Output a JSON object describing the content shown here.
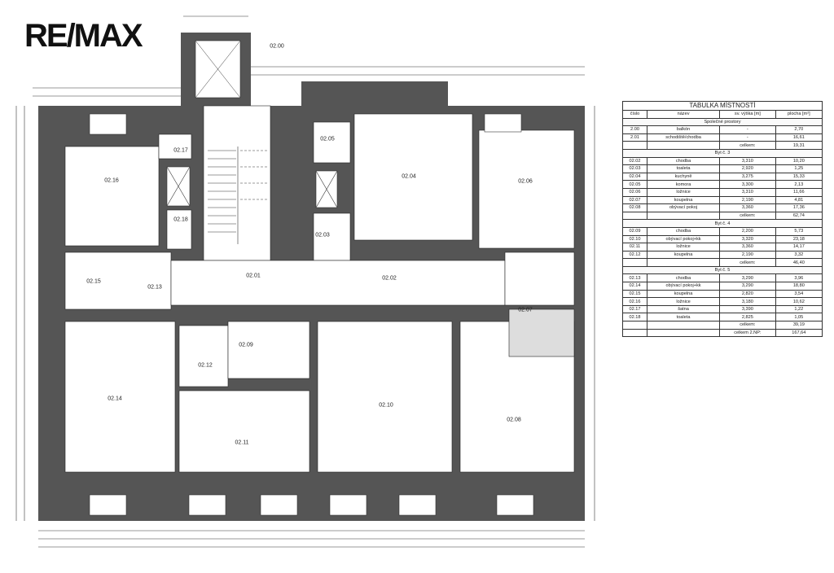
{
  "logo": "RE/MAX",
  "rooms": [
    {
      "id": "02.00"
    },
    {
      "id": "02.16"
    },
    {
      "id": "02.17"
    },
    {
      "id": "02.18"
    },
    {
      "id": "02.05"
    },
    {
      "id": "02.04"
    },
    {
      "id": "02.06"
    },
    {
      "id": "02.03"
    },
    {
      "id": "02.15"
    },
    {
      "id": "02.13"
    },
    {
      "id": "02.01"
    },
    {
      "id": "02.02"
    },
    {
      "id": "02.07"
    },
    {
      "id": "02.09"
    },
    {
      "id": "02.12"
    },
    {
      "id": "02.14"
    },
    {
      "id": "02.11"
    },
    {
      "id": "02.10"
    },
    {
      "id": "02.08"
    }
  ],
  "table": {
    "title": "TABULKA MÍSTNOSTÍ",
    "headers": [
      "číslo",
      "název",
      "sv. výška [m]",
      "plocha [m²]"
    ],
    "sections": [
      {
        "name": "Společné prostory",
        "rows": [
          [
            "2.00",
            "balkón",
            "-",
            "2,70"
          ],
          [
            "2.01",
            "schodiště/chodba",
            "-",
            "16,61"
          ]
        ],
        "total_label": "celkem:",
        "total": "19,31"
      },
      {
        "name": "Byt č. 3",
        "rows": [
          [
            "02.02",
            "chodba",
            "3,310",
            "10,20"
          ],
          [
            "02.03",
            "toaleta",
            "2,920",
            "1,25"
          ],
          [
            "02.04",
            "kuchyně",
            "3,275",
            "15,33"
          ],
          [
            "02.05",
            "komora",
            "3,300",
            "2,13"
          ],
          [
            "02.06",
            "ložnice",
            "3,310",
            "11,66"
          ],
          [
            "02.07",
            "koupelna",
            "2,190",
            "4,81"
          ],
          [
            "02.08",
            "obývací pokoj",
            "3,360",
            "17,36"
          ]
        ],
        "total_label": "celkem:",
        "total": "62,74"
      },
      {
        "name": "Byt č. 4",
        "rows": [
          [
            "02.09",
            "chodba",
            "2,200",
            "5,73"
          ],
          [
            "02.10",
            "obývací pokoj+kk",
            "3,320",
            "23,18"
          ],
          [
            "02.11",
            "ložnice",
            "3,360",
            "14,17"
          ],
          [
            "02.12",
            "koupelna",
            "2,190",
            "3,32"
          ]
        ],
        "total_label": "celkem:",
        "total": "46,40"
      },
      {
        "name": "Byt č. 5",
        "rows": [
          [
            "02.13",
            "chodba",
            "3,290",
            "3,96"
          ],
          [
            "02.14",
            "obývací pokoj+kk",
            "3,290",
            "18,80"
          ],
          [
            "02.15",
            "koupelna",
            "2,820",
            "3,54"
          ],
          [
            "02.16",
            "ložnice",
            "3,180",
            "10,62"
          ],
          [
            "02.17",
            "šatna",
            "3,390",
            "1,22"
          ],
          [
            "02.18",
            "toaleta",
            "2,825",
            "1,05"
          ]
        ],
        "total_label": "celkem:",
        "total": "39,19"
      }
    ],
    "grand_total_label": "celkem 2.NP:",
    "grand_total": "167,64"
  }
}
